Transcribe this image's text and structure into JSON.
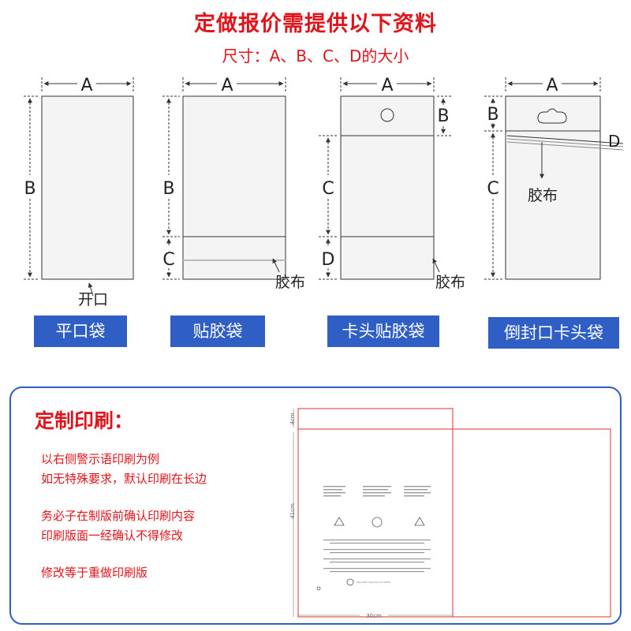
{
  "header": {
    "title": "定做报价需提供以下资料",
    "subtitle": "尺寸：A、B、C、D的大小"
  },
  "dimension_letters": {
    "a": "A",
    "b": "B",
    "c": "C",
    "d": "D"
  },
  "callouts": {
    "opening": "开口",
    "tape": "胶布"
  },
  "bag_types": [
    {
      "label": "平口袋"
    },
    {
      "label": "贴胶袋"
    },
    {
      "label": "卡头贴胶袋"
    },
    {
      "label": "倒封口卡头袋"
    }
  ],
  "printing": {
    "heading": "定制印刷：",
    "notes": [
      "以右侧警示语印刷为例",
      "如无特殊要求，默认印刷在长边",
      "务必子在制版前确认印刷内容",
      "印刷版面一经确认不得修改",
      "修改等于重做印刷版"
    ],
    "layout": {
      "top_dim": "4cm",
      "side_dim": "41cm",
      "bottom_dim": "30cm",
      "bottom_note": "Keep plastic bags away from babies"
    }
  },
  "colors": {
    "accent_red": "#e0151b",
    "button_blue": "#2f5ec4"
  }
}
